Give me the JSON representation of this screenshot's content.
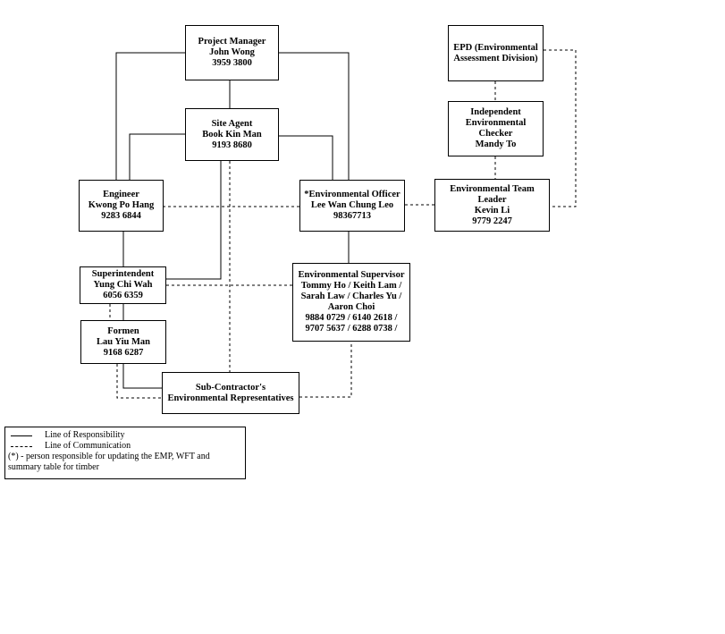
{
  "nodes": {
    "project_manager": [
      "Project Manager",
      "John Wong",
      "3959 3800"
    ],
    "site_agent": [
      "Site Agent",
      "Book Kin Man",
      "9193 8680"
    ],
    "engineer": [
      "Engineer",
      "Kwong Po Hang",
      "9283 6844"
    ],
    "env_officer": [
      "*Environmental Officer",
      "Lee Wan Chung Leo",
      "98367713"
    ],
    "superintendent": [
      "Superintendent",
      "Yung Chi Wah",
      "6056 6359"
    ],
    "env_supervisor": [
      "Environmental Supervisor",
      "Tommy Ho / Keith Lam /",
      "Sarah Law / Charles Yu /",
      "Aaron Choi",
      "9884 0729 / 6140 2618 /",
      "9707 5637 / 6288 0738 /"
    ],
    "formen": [
      "Formen",
      "Lau Yiu Man",
      "9168 6287"
    ],
    "subcontractor": [
      "Sub-Contractor's",
      "Environmental Representatives"
    ],
    "epd": [
      "EPD (Environmental",
      "Assessment Division)"
    ],
    "iec": [
      "Independent",
      "Environmental",
      "Checker",
      "Mandy To"
    ],
    "et_leader": [
      "Environmental Team",
      "Leader",
      "Kevin Li",
      "9779 2247"
    ]
  },
  "legend": {
    "responsibility": "Line of Responsibility",
    "communication": "Line of Communication",
    "note": "(*) - person responsible for updating the EMP, WFT and summary table for timber"
  }
}
